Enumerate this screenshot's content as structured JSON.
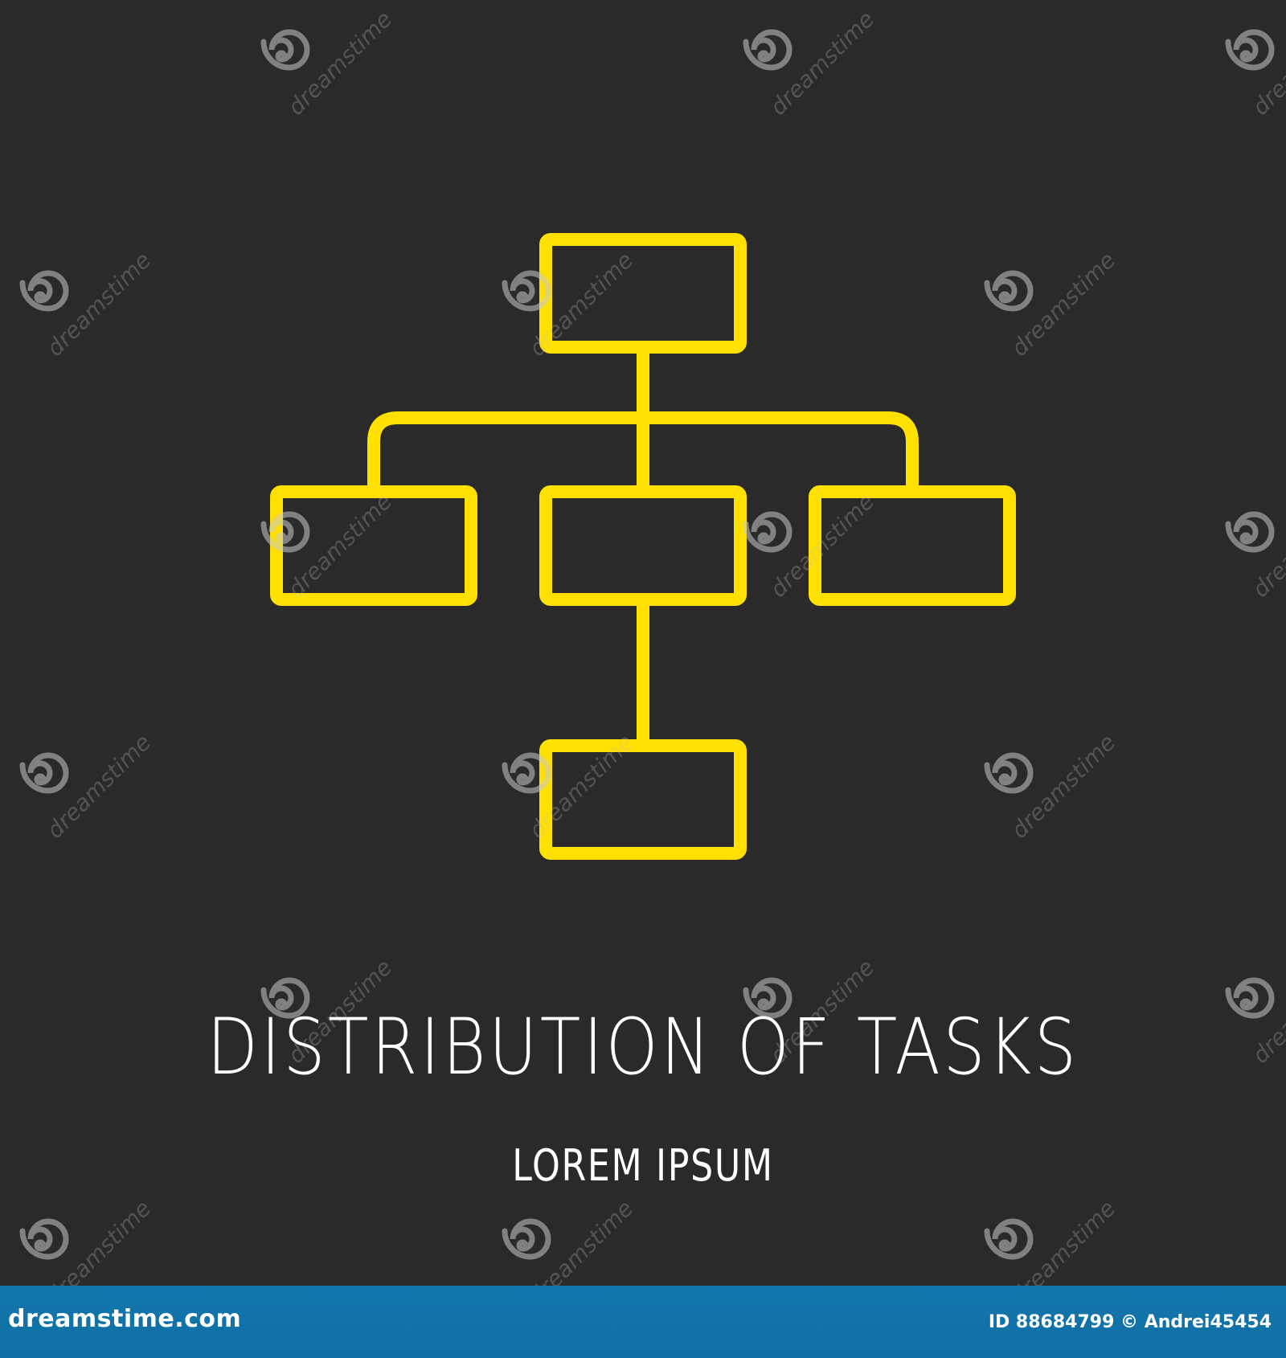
{
  "title": "DISTRIBUTION OF TASKS",
  "subtitle": "LOREM IPSUM",
  "colors": {
    "background": "#2a2a2b",
    "diagram_stroke": "#ffe000",
    "text": "#ffffff",
    "footer": "#1273aa"
  },
  "diagram": {
    "type": "org-chart",
    "nodes": [
      {
        "id": "top",
        "label": ""
      },
      {
        "id": "left",
        "label": ""
      },
      {
        "id": "center",
        "label": ""
      },
      {
        "id": "right",
        "label": ""
      },
      {
        "id": "bottom",
        "label": ""
      }
    ],
    "edges": [
      {
        "from": "top",
        "to": "left"
      },
      {
        "from": "top",
        "to": "center"
      },
      {
        "from": "top",
        "to": "right"
      },
      {
        "from": "center",
        "to": "bottom"
      }
    ]
  },
  "watermark": {
    "text": "dreamstime",
    "icon": "dreamstime-swirl-icon"
  },
  "footer": {
    "brand": "dreamstime.com",
    "credit": "ID 88684799 © Andrei45454"
  }
}
